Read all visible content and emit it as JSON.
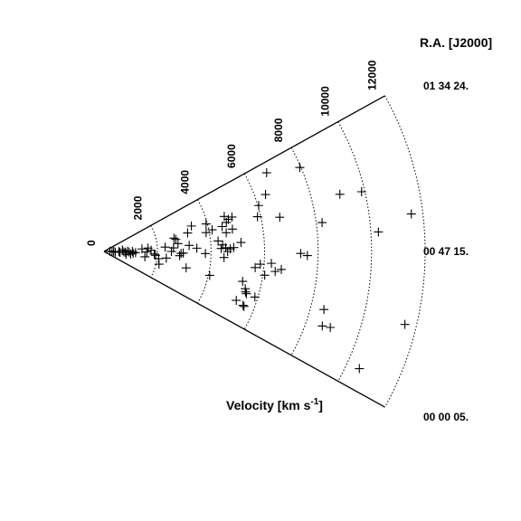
{
  "chart_data": {
    "type": "scatter",
    "projection": "wedge",
    "marker": "plus",
    "ra_title": "R.A. [J2000]",
    "velocity_label": "Velocity [km s",
    "velocity_label_exp": "-1",
    "velocity_label_close": "]",
    "velocity_range": [
      0,
      12000
    ],
    "velocity_ticks": [
      {
        "value": 0,
        "label": "0"
      },
      {
        "value": 2000,
        "label": "2000"
      },
      {
        "value": 4000,
        "label": "4000"
      },
      {
        "value": 6000,
        "label": "6000"
      },
      {
        "value": 8000,
        "label": "8000"
      },
      {
        "value": 10000,
        "label": "10000"
      },
      {
        "value": 12000,
        "label": "12000"
      }
    ],
    "ra_labels": [
      {
        "value": 1,
        "label": "01 34 24."
      },
      {
        "value": 0,
        "label": "00 47 15."
      },
      {
        "value": -1,
        "label": "00 00 05."
      }
    ],
    "points": [
      {
        "v": 220,
        "a": 0.09
      },
      {
        "v": 300,
        "a": -0.05
      },
      {
        "v": 360,
        "a": 0.02
      },
      {
        "v": 420,
        "a": -0.12
      },
      {
        "v": 560,
        "a": -0.02
      },
      {
        "v": 600,
        "a": -0.11
      },
      {
        "v": 690,
        "a": 0.16
      },
      {
        "v": 740,
        "a": -0.04
      },
      {
        "v": 800,
        "a": -0.07
      },
      {
        "v": 830,
        "a": -0.26
      },
      {
        "v": 880,
        "a": 0.02
      },
      {
        "v": 940,
        "a": -0.04
      },
      {
        "v": 1000,
        "a": -0.19
      },
      {
        "v": 1060,
        "a": 0.01
      },
      {
        "v": 1090,
        "a": -0.12
      },
      {
        "v": 1180,
        "a": -0.07
      },
      {
        "v": 1420,
        "a": 0.13
      },
      {
        "v": 1540,
        "a": -0.26
      },
      {
        "v": 1600,
        "a": -0.02
      },
      {
        "v": 1650,
        "a": 0.15
      },
      {
        "v": 1760,
        "a": 0.05
      },
      {
        "v": 1880,
        "a": -0.1
      },
      {
        "v": 1930,
        "a": -0.15
      },
      {
        "v": 2060,
        "a": -0.26
      },
      {
        "v": 2110,
        "a": -0.45
      },
      {
        "v": 2290,
        "a": 0.14
      },
      {
        "v": 2340,
        "a": -0.21
      },
      {
        "v": 2520,
        "a": 0.0
      },
      {
        "v": 2600,
        "a": 0.1
      },
      {
        "v": 2660,
        "a": 0.37
      },
      {
        "v": 2720,
        "a": 0.33
      },
      {
        "v": 2780,
        "a": 0.21
      },
      {
        "v": 2830,
        "a": -0.11
      },
      {
        "v": 2880,
        "a": -0.05
      },
      {
        "v": 2960,
        "a": -0.04
      },
      {
        "v": 3130,
        "a": -0.39
      },
      {
        "v": 3190,
        "a": 0.14
      },
      {
        "v": 3200,
        "a": 0.43
      },
      {
        "v": 3400,
        "a": 0.56
      },
      {
        "v": 3470,
        "a": 0.07
      },
      {
        "v": 3790,
        "a": -0.04
      },
      {
        "v": 3880,
        "a": 0.36
      },
      {
        "v": 3950,
        "a": 0.52
      },
      {
        "v": 4050,
        "a": -0.44
      },
      {
        "v": 4120,
        "a": 0.39
      },
      {
        "v": 4280,
        "a": 0.18
      },
      {
        "v": 4380,
        "a": 0.05
      },
      {
        "v": 4440,
        "a": 0.11
      },
      {
        "v": 4490,
        "a": -0.1
      },
      {
        "v": 4510,
        "a": 0.41
      },
      {
        "v": 4550,
        "a": 0.06
      },
      {
        "v": 4620,
        "a": 0.3
      },
      {
        "v": 4620,
        "a": 0.0
      },
      {
        "v": 4680,
        "a": 0.56
      },
      {
        "v": 4700,
        "a": 0.46
      },
      {
        "v": 4720,
        "a": 0.04
      },
      {
        "v": 4800,
        "a": 0.5
      },
      {
        "v": 4850,
        "a": 0.06
      },
      {
        "v": 4870,
        "a": 0.34
      },
      {
        "v": 4950,
        "a": 0.52
      },
      {
        "v": 5130,
        "a": 0.13
      },
      {
        "v": 5270,
        "a": -0.7
      },
      {
        "v": 5300,
        "a": -0.42
      },
      {
        "v": 5460,
        "a": -0.51
      },
      {
        "v": 5500,
        "a": -0.55
      },
      {
        "v": 5550,
        "a": -0.57
      },
      {
        "v": 5570,
        "a": -0.73
      },
      {
        "v": 5620,
        "a": -0.74
      },
      {
        "v": 5680,
        "a": -0.21
      },
      {
        "v": 5860,
        "a": -0.16
      },
      {
        "v": 5880,
        "a": 0.44
      },
      {
        "v": 5890,
        "a": -0.58
      },
      {
        "v": 6030,
        "a": 0.57
      },
      {
        "v": 6070,
        "a": -0.29
      },
      {
        "v": 6270,
        "a": -0.14
      },
      {
        "v": 6400,
        "a": 0.67
      },
      {
        "v": 6440,
        "a": -0.23
      },
      {
        "v": 6660,
        "a": -0.2
      },
      {
        "v": 6690,
        "a": 0.38
      },
      {
        "v": 6750,
        "a": 0.89
      },
      {
        "v": 7350,
        "a": -0.02
      },
      {
        "v": 7600,
        "a": -0.04
      },
      {
        "v": 7960,
        "a": 0.8
      },
      {
        "v": 8220,
        "a": 0.26
      },
      {
        "v": 8500,
        "a": -0.51
      },
      {
        "v": 8620,
        "a": -0.65
      },
      {
        "v": 8920,
        "a": -0.64
      },
      {
        "v": 9070,
        "a": 0.47
      },
      {
        "v": 9880,
        "a": 0.45
      },
      {
        "v": 10280,
        "a": 0.14
      },
      {
        "v": 10500,
        "a": -0.85
      },
      {
        "v": 11570,
        "a": 0.24
      },
      {
        "v": 11570,
        "a": -0.47
      }
    ]
  }
}
